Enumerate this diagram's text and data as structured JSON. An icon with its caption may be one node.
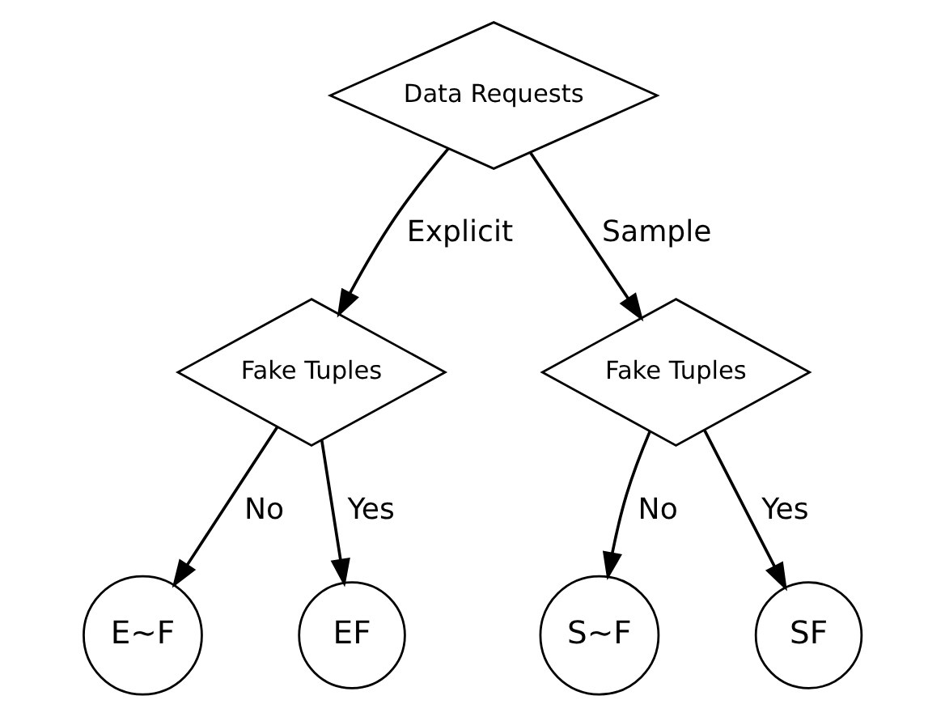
{
  "diagram": {
    "nodes": [
      {
        "text": [
          "Data Requests"
        ]
      },
      {
        "text": [
          "Fake Tuples"
        ]
      },
      {
        "text": [
          "Fake Tuples"
        ]
      },
      {
        "text": [
          "E~F"
        ]
      },
      {
        "text": [
          "EF"
        ]
      },
      {
        "text": [
          "S~F"
        ]
      },
      {
        "text": [
          "SF"
        ]
      }
    ],
    "edges": [
      {
        "from": 0,
        "to": 1,
        "arrow": "to",
        "label": "Explicit"
      },
      {
        "from": 0,
        "to": 2,
        "arrow": "to",
        "label": "Sample"
      },
      {
        "from": 1,
        "to": 3,
        "arrow": "to",
        "label": "No"
      },
      {
        "from": 1,
        "to": 4,
        "arrow": "to",
        "label": "Yes"
      },
      {
        "from": 2,
        "to": 5,
        "arrow": "to",
        "label": "No"
      },
      {
        "from": 2,
        "to": 6,
        "arrow": "to",
        "label": "Yes"
      }
    ]
  }
}
